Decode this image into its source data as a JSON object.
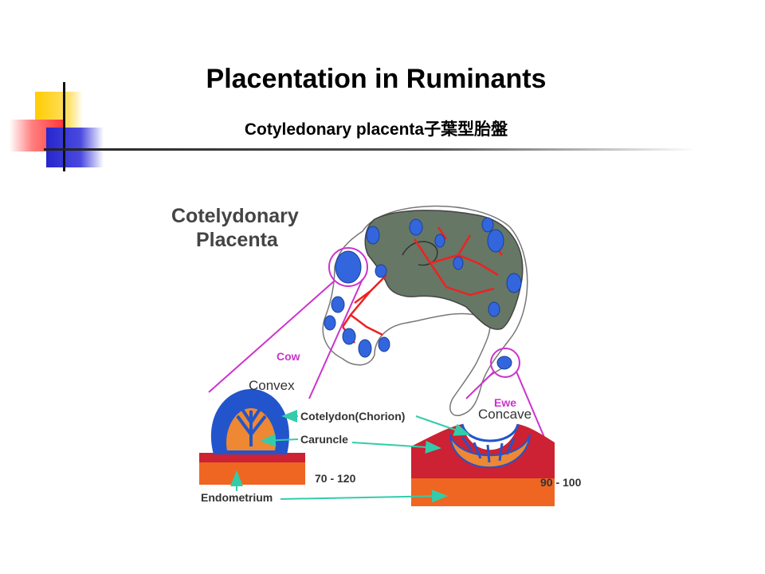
{
  "slide": {
    "title": "Placentation in Ruminants",
    "subtitle": "Cotyledonary placenta子葉型胎盤"
  },
  "figure": {
    "heading_line1": "Cotelydonary",
    "heading_line2": "Placenta",
    "label_cow": "Cow",
    "label_ewe": "Ewe",
    "label_convex": "Convex",
    "label_concave": "Concave",
    "label_cotyledon": "Cotelydon(Chorion)",
    "label_caruncle": "Caruncle",
    "label_endometrium": "Endometrium",
    "label_cow_count": "70 - 120",
    "label_ewe_count": "90 - 100"
  },
  "colors": {
    "accent_magenta": "#cc33cc",
    "arrow_teal": "#33ccaa",
    "vessel_red": "#ee2222",
    "cotyledon_blue": "#3366dd",
    "fetus_green": "#667766"
  }
}
